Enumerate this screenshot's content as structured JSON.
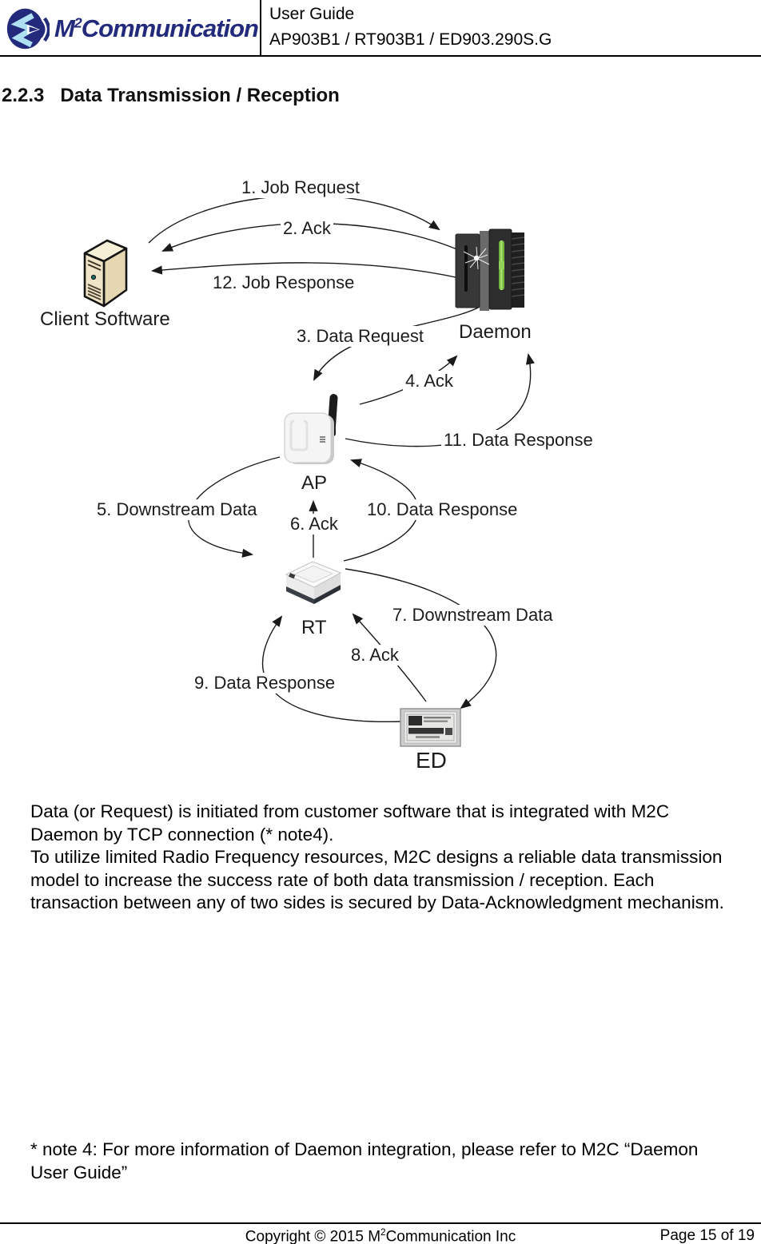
{
  "header": {
    "logo": {
      "m": "M",
      "sup": "2",
      "rest": "Communication"
    },
    "doc_type": "User Guide",
    "doc_models": "AP903B1 / RT903B1 / ED903.290S.G"
  },
  "section": {
    "number": "2.2.3",
    "title": "Data Transmission / Reception"
  },
  "diagram": {
    "nodes": {
      "client": "Client Software",
      "daemon": "Daemon",
      "ap": "AP",
      "rt": "RT",
      "ed": "ED"
    },
    "flows": [
      {
        "label": "1. Job Request"
      },
      {
        "label": "2. Ack"
      },
      {
        "label": "3. Data Request"
      },
      {
        "label": "4. Ack"
      },
      {
        "label": "5. Downstream Data"
      },
      {
        "label": "6. Ack"
      },
      {
        "label": "7. Downstream Data"
      },
      {
        "label": "8. Ack"
      },
      {
        "label": "9. Data Response"
      },
      {
        "label": "10. Data Response"
      },
      {
        "label": "11. Data Response"
      },
      {
        "label": "12. Job Response"
      }
    ]
  },
  "body": {
    "paragraph1": "Data (or Request) is initiated from customer software that is integrated with M2C Daemon by TCP connection (* note4).",
    "paragraph2": "To utilize limited Radio Frequency resources, M2C designs a reliable data transmission model to increase the success rate of both data transmission / reception. Each transaction between any of two sides is secured by Data-Acknowledgment mechanism.",
    "note": "* note 4: For more information of Daemon integration, please refer to M2C “Daemon User Guide”"
  },
  "footer": {
    "copyright_prefix": "Copyright © 2015 M",
    "copyright_sup": "2",
    "copyright_suffix": "Communication Inc",
    "page": "Page 15 of 19"
  },
  "colors": {
    "brand_navy": "#232a7c",
    "led_green": "#72b43e",
    "tower_beige": "#e9dfbd"
  }
}
